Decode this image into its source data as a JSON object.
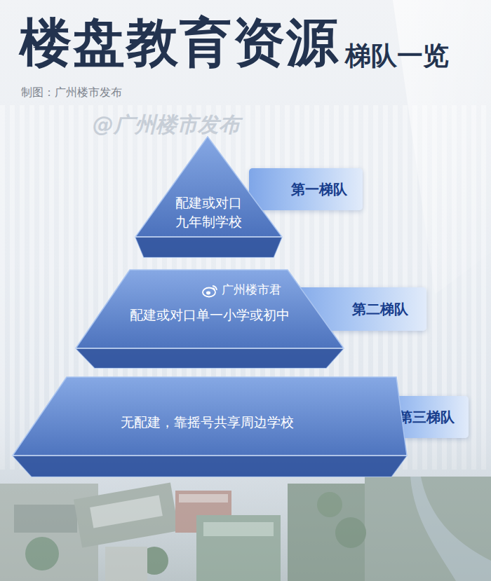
{
  "diagram": {
    "title": "楼盘教育资源",
    "caption": "制图：广州楼市发布",
    "nodes": [
      {
        "text": [
          "配建或对口 九年制学校"
        ]
      },
      {
        "text": [
          "第一梯队"
        ]
      },
      {
        "text": [
          "配建或对口单一小学或初中"
        ]
      },
      {
        "text": [
          "第二梯队"
        ]
      },
      {
        "text": [
          "无配建，靠摇号共享周边学校"
        ]
      },
      {
        "text": [
          "第三梯队"
        ]
      }
    ],
    "labels": [
      "梯队一览",
      "@广州楼市发布",
      "广州楼市君"
    ]
  }
}
